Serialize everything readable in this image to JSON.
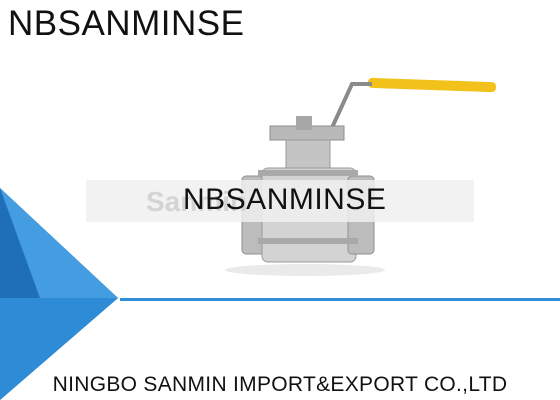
{
  "header": {
    "brand": "NBSANMINSE"
  },
  "photo": {
    "subject": "stainless steel ball valve",
    "handle_color": "#f2c21a",
    "body_color": "#c9c9c9",
    "watermark_text": "Sanmin",
    "overlay_brand": "NBSANMINSE"
  },
  "decor": {
    "accent_blue": "#2f8fd8",
    "dark_blue": "#1f6fb8"
  },
  "footer": {
    "company": "NINGBO SANMIN IMPORT&EXPORT CO.,LTD"
  }
}
